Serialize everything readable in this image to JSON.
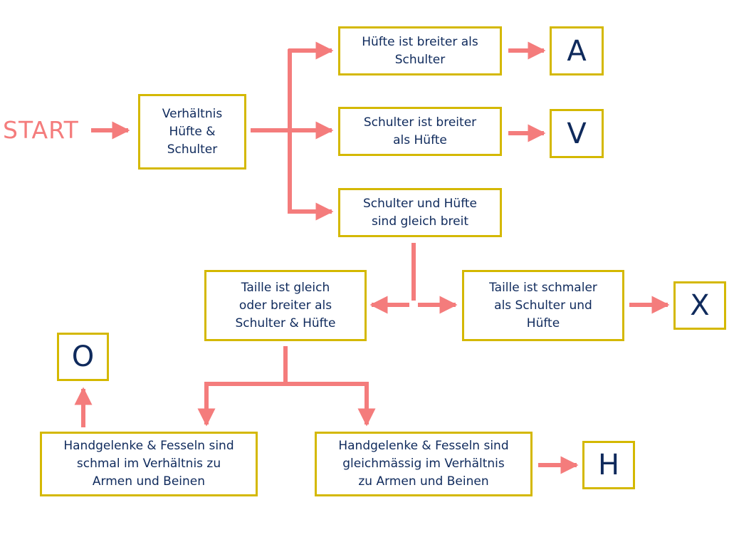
{
  "start_label": "START",
  "colors": {
    "arrow": "#f47c7c",
    "border": "#d4b800",
    "text": "#0f2a5c"
  },
  "nodes": {
    "ratio": "Verhältnis\nHüfte &\nSchulter",
    "hip_wider": "Hüfte ist breiter als\nSchulter",
    "shoulder_wider": "Schulter ist breiter\nals Hüfte",
    "equal": "Schulter und Hüfte\nsind gleich breit",
    "waist_wider": "Taille ist gleich\noder breiter als\nSchulter & Hüfte",
    "waist_narrow": "Taille ist schmaler\nals Schulter und\nHüfte",
    "wrists_narrow": "Handgelenke & Fesseln sind\nschmal im Verhältnis zu\nArmen und Beinen",
    "wrists_even": "Handgelenke & Fesseln sind\ngleichmässig im Verhältnis\nzu Armen und Beinen"
  },
  "results": {
    "a": "A",
    "v": "V",
    "x": "X",
    "o": "O",
    "h": "H"
  }
}
